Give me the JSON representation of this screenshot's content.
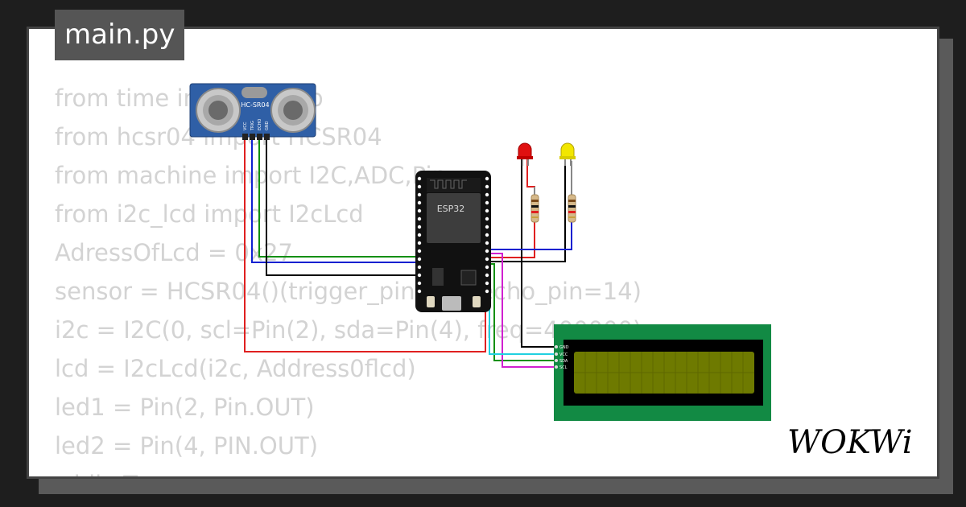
{
  "file_tab": {
    "label": "main.py"
  },
  "code_lines": [
    "from time import sleep",
    "from hcsr04 import HCSR04",
    "from machine import I2C,ADC,Pin",
    "from i2c_lcd import I2cLcd",
    "AdressOfLcd = 0x27",
    "sensor = HCSR04()(trigger_pin=13, echo_pin=14)",
    "i2c = I2C(0, scl=Pin(2), sda=Pin(4), freq=400000)",
    "lcd = I2cLcd(i2c, Address0flcd)",
    "led1 = Pin(2, Pin.OUT)",
    "led2 = Pin(4, PIN.OUT)",
    "while True:"
  ],
  "components": {
    "ultrasonic": {
      "label": "HC-SR04",
      "pins": [
        "VCC",
        "TRIG",
        "ECHO",
        "GND"
      ]
    },
    "mcu": {
      "label": "ESP32"
    },
    "led_red": {
      "color": "#e01010"
    },
    "led_yellow": {
      "color": "#f2e600"
    },
    "lcd": {
      "pins": [
        "GND",
        "VCC",
        "SDA",
        "SCL"
      ]
    }
  },
  "brand": {
    "logo_text": "WOKWi"
  },
  "colors": {
    "wire_red": "#e02020",
    "wire_black": "#000000",
    "wire_green": "#109010",
    "wire_blue": "#1020d0",
    "wire_cyan": "#20d0e0",
    "wire_magenta": "#d020d0",
    "lcd_pcb": "#128a44",
    "lcd_screen": "#6e7a00"
  }
}
